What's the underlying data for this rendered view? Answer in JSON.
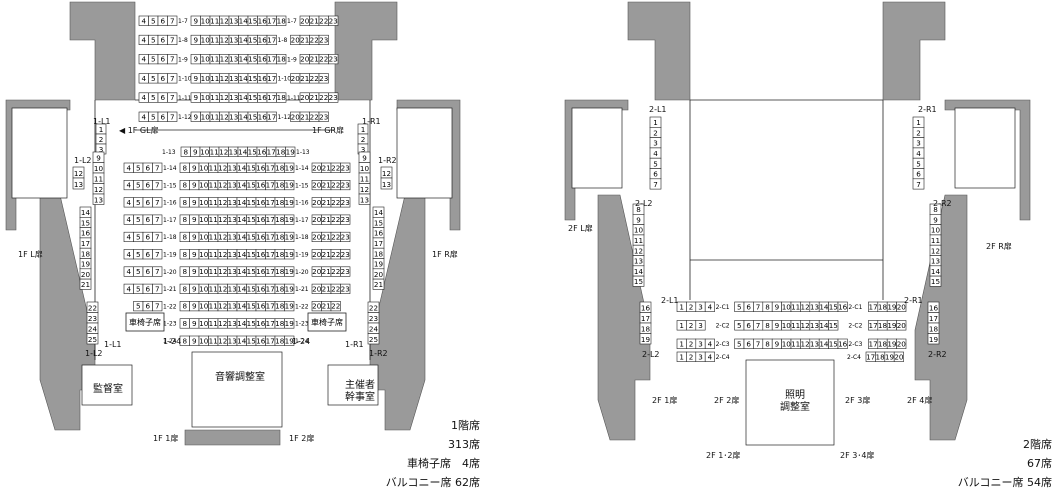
{
  "floor1": {
    "rows_top": [
      {
        "label": "1-7",
        "left": [
          "4",
          "5",
          "6",
          "7"
        ],
        "right": [
          "9",
          "10",
          "11",
          "12",
          "13",
          "14",
          "15",
          "16",
          "17",
          "18"
        ],
        "far": [
          "20",
          "21",
          "22",
          "23"
        ]
      },
      {
        "label": "1-8",
        "left": [
          "4",
          "5",
          "6",
          "7"
        ],
        "right": [
          "9",
          "10",
          "11",
          "12",
          "13",
          "14",
          "15",
          "16",
          "17"
        ],
        "far": [
          "20",
          "21",
          "22",
          "23"
        ]
      },
      {
        "label": "1-9",
        "left": [
          "4",
          "5",
          "6",
          "7"
        ],
        "right": [
          "9",
          "10",
          "11",
          "12",
          "13",
          "14",
          "15",
          "16",
          "17",
          "18"
        ],
        "far": [
          "20",
          "21",
          "22",
          "23"
        ]
      },
      {
        "label": "1-10",
        "left": [
          "4",
          "5",
          "6",
          "7"
        ],
        "right": [
          "9",
          "10",
          "11",
          "12",
          "13",
          "14",
          "15",
          "16",
          "17"
        ],
        "far": [
          "20",
          "21",
          "22",
          "23"
        ]
      },
      {
        "label": "1-11",
        "left": [
          "4",
          "5",
          "6",
          "7"
        ],
        "right": [
          "9",
          "10",
          "11",
          "12",
          "13",
          "14",
          "15",
          "16",
          "17",
          "18"
        ],
        "far": [
          "20",
          "21",
          "22",
          "23"
        ]
      },
      {
        "label": "1-12",
        "left": [
          "4",
          "5",
          "6",
          "7"
        ],
        "right": [
          "9",
          "10",
          "11",
          "12",
          "13",
          "14",
          "15",
          "16",
          "17"
        ],
        "far": [
          "20",
          "21",
          "22",
          "23"
        ]
      }
    ],
    "row13": {
      "label": "1-13",
      "seats": [
        "8",
        "9",
        "10",
        "11",
        "12",
        "13",
        "14",
        "15",
        "16",
        "17",
        "18",
        "19"
      ],
      "tail": "1-13"
    },
    "rows_main": [
      {
        "label": "1-14",
        "left": [
          "4",
          "5",
          "6",
          "7"
        ],
        "mid": [
          "8",
          "9",
          "10",
          "11",
          "12",
          "13",
          "14",
          "15",
          "16",
          "17",
          "18",
          "19"
        ],
        "far": [
          "20",
          "21",
          "22",
          "23"
        ]
      },
      {
        "label": "1-15",
        "left": [
          "4",
          "5",
          "6",
          "7"
        ],
        "mid": [
          "8",
          "9",
          "10",
          "11",
          "12",
          "13",
          "14",
          "15",
          "16",
          "17",
          "18",
          "19"
        ],
        "far": [
          "20",
          "21",
          "22",
          "23"
        ]
      },
      {
        "label": "1-16",
        "left": [
          "4",
          "5",
          "6",
          "7"
        ],
        "mid": [
          "8",
          "9",
          "10",
          "11",
          "12",
          "13",
          "14",
          "15",
          "16",
          "17",
          "18",
          "19"
        ],
        "far": [
          "20",
          "21",
          "22",
          "23"
        ]
      },
      {
        "label": "1-17",
        "left": [
          "4",
          "5",
          "6",
          "7"
        ],
        "mid": [
          "8",
          "9",
          "10",
          "11",
          "12",
          "13",
          "14",
          "15",
          "16",
          "17",
          "18",
          "19"
        ],
        "far": [
          "20",
          "21",
          "22",
          "23"
        ]
      },
      {
        "label": "1-18",
        "left": [
          "4",
          "5",
          "6",
          "7"
        ],
        "mid": [
          "8",
          "9",
          "10",
          "11",
          "12",
          "13",
          "14",
          "15",
          "16",
          "17",
          "18",
          "19"
        ],
        "far": [
          "20",
          "21",
          "22",
          "23"
        ]
      },
      {
        "label": "1-19",
        "left": [
          "4",
          "5",
          "6",
          "7"
        ],
        "mid": [
          "8",
          "9",
          "10",
          "11",
          "12",
          "13",
          "14",
          "15",
          "16",
          "17",
          "18",
          "19"
        ],
        "far": [
          "20",
          "21",
          "22",
          "23"
        ]
      },
      {
        "label": "1-20",
        "left": [
          "4",
          "5",
          "6",
          "7"
        ],
        "mid": [
          "8",
          "9",
          "10",
          "11",
          "12",
          "13",
          "14",
          "15",
          "16",
          "17",
          "18",
          "19"
        ],
        "far": [
          "20",
          "21",
          "22",
          "23"
        ]
      },
      {
        "label": "1-21",
        "left": [
          "4",
          "5",
          "6",
          "7"
        ],
        "mid": [
          "8",
          "9",
          "10",
          "11",
          "12",
          "13",
          "14",
          "15",
          "16",
          "17",
          "18",
          "19"
        ],
        "far": [
          "20",
          "21",
          "22",
          "23"
        ]
      },
      {
        "label": "1-22",
        "left": [
          "5",
          "6",
          "7"
        ],
        "mid": [
          "8",
          "9",
          "10",
          "11",
          "12",
          "13",
          "14",
          "15",
          "16",
          "17",
          "18",
          "19"
        ],
        "far": [
          "20",
          "21",
          "22"
        ]
      },
      {
        "label": "1-23",
        "left": [],
        "mid": [
          "8",
          "9",
          "10",
          "11",
          "12",
          "13",
          "14",
          "15",
          "16",
          "17",
          "18",
          "19"
        ],
        "far": []
      },
      {
        "label": "1-24",
        "left": [],
        "mid": [
          "8",
          "9",
          "10",
          "11",
          "12",
          "13",
          "14",
          "15",
          "16",
          "17",
          "18",
          "19"
        ],
        "far": []
      }
    ],
    "wheelchair": "車椅子席",
    "balcony_L1": [
      "1",
      "2",
      "3"
    ],
    "balcony_R1": [
      "1",
      "2",
      "3"
    ],
    "balcony_L2a": [
      "9",
      "10",
      "11",
      "12",
      "13"
    ],
    "balcony_R2a": [
      "9",
      "10",
      "11",
      "12",
      "13"
    ],
    "balcony_L2b": [
      "14",
      "15",
      "16",
      "17",
      "18",
      "19",
      "20",
      "21"
    ],
    "balcony_R2b": [
      "14",
      "15",
      "16",
      "17",
      "18",
      "19",
      "20",
      "21"
    ],
    "balcony_L2c": [
      "22",
      "23",
      "24",
      "25"
    ],
    "balcony_R2c": [
      "22",
      "23",
      "24",
      "25"
    ],
    "labels": {
      "L1": "1-L1",
      "R1": "1-R1",
      "L2": "1-L2",
      "R2": "1-R2",
      "L1b": "1-L1",
      "R1b": "1-R1",
      "L2b": "1-L2",
      "R2b": "1-R2",
      "L1a": "1-L1",
      "R1a": "1-R1",
      "l24a": "1-24",
      "l24b": "1-24"
    },
    "doors": {
      "gl": "◀ 1F GL扉",
      "gr": "1F GR扉",
      "l": "1F L扉",
      "r": "1F R扉",
      "d1": "1F 1扉",
      "d2": "1F 2扉"
    },
    "rooms": {
      "kantoku": "監督室",
      "onkyo": "音響調整室",
      "shusai": "主催者\n幹事室"
    },
    "summary": [
      "1階席",
      "313席",
      "車椅子席　4席",
      "バルコニー席  62席"
    ]
  },
  "floor2": {
    "L1": [
      "1",
      "2",
      "3",
      "4",
      "5",
      "6",
      "7"
    ],
    "R1": [
      "1",
      "2",
      "3",
      "4",
      "5",
      "6",
      "7"
    ],
    "L2": [
      "8",
      "9",
      "10",
      "11",
      "12",
      "13",
      "14",
      "15"
    ],
    "R2": [
      "8",
      "9",
      "10",
      "11",
      "12",
      "13",
      "14",
      "15"
    ],
    "L2b": [
      "16",
      "17",
      "18",
      "19"
    ],
    "R2b": [
      "16",
      "17",
      "18",
      "19"
    ],
    "c1": {
      "a": [
        "1",
        "2",
        "3",
        "4"
      ],
      "tag": "2-C1",
      "b": [
        "5",
        "6",
        "7",
        "8",
        "9",
        "10",
        "11",
        "12",
        "13",
        "14",
        "15",
        "16"
      ],
      "tag2": "2-C1",
      "c": [
        "17",
        "18",
        "19",
        "20"
      ]
    },
    "c2": {
      "a": [
        "1",
        "2",
        "3"
      ],
      "tag": "2-C2",
      "b": [
        "5",
        "6",
        "7",
        "8",
        "9",
        "10",
        "11",
        "12",
        "13",
        "14",
        "15"
      ],
      "tag2": "2-C2",
      "c": [
        "17",
        "18",
        "19",
        "20"
      ]
    },
    "c3": {
      "a": [
        "1",
        "2",
        "3",
        "4"
      ],
      "tag": "2-C3",
      "b": [
        "5",
        "6",
        "7",
        "8",
        "9",
        "10",
        "11",
        "12",
        "13",
        "14",
        "15",
        "16"
      ],
      "tag2": "2-C3",
      "c": [
        "17",
        "18",
        "19",
        "20"
      ]
    },
    "c4": {
      "a": [
        "1",
        "2",
        "3",
        "4"
      ],
      "tag": "2-C4",
      "tag2": "2-C4",
      "c": [
        "17",
        "18",
        "19",
        "20"
      ]
    },
    "labels": {
      "L1": "2-L1",
      "R1": "2-R1",
      "L2": "2-L2",
      "R2": "2-R2",
      "L1b": "2-L1",
      "R1b": "2-R1",
      "L2b": "2-L2",
      "R2b": "2-R2"
    },
    "doors": {
      "l": "2F L扉",
      "r": "2F R扉",
      "d1": "2F 1扉",
      "d2": "2F 2扉",
      "d3": "2F 3扉",
      "d4": "2F 4扉",
      "d12": "2F 1･2扉",
      "d34": "2F 3･4扉"
    },
    "rooms": {
      "shomei": "照明\n調整室"
    },
    "summary": [
      "2階席",
      "67席",
      "バルコニー席  54席"
    ]
  }
}
